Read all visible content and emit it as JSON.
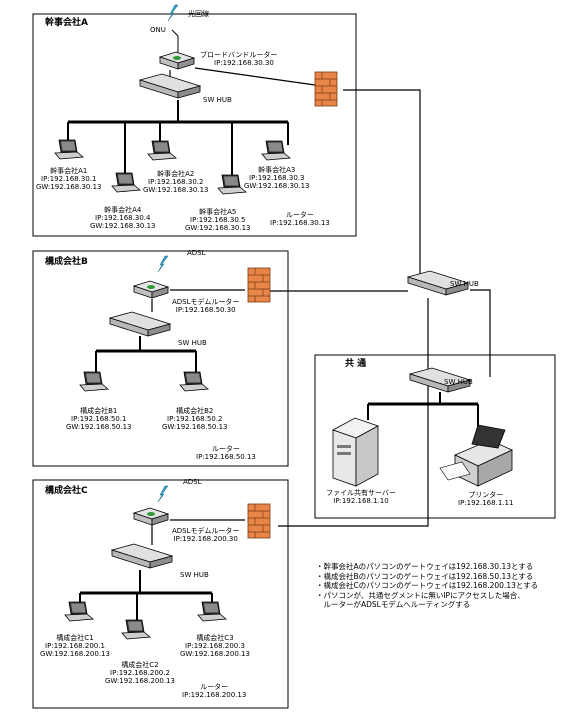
{
  "sections": {
    "a": "幹事会社A",
    "b": "構成会社B",
    "c": "構成会社C",
    "common": "共 通"
  },
  "top": {
    "fiber": "光回線",
    "onu": "ONU"
  },
  "a": {
    "router": {
      "name": "ブロードバンドルーター",
      "ip": "IP:192.168.30.30"
    },
    "hub": "SW HUB",
    "pcs": [
      {
        "name": "幹事会社A1",
        "ip": "IP:192.168.30.1",
        "gw": "GW:192.168.30.13"
      },
      {
        "name": "幹事会社A2",
        "ip": "IP:192.168.30.2",
        "gw": "GW:192.168.30.13"
      },
      {
        "name": "幹事会社A3",
        "ip": "IP:192.168.30.3",
        "gw": "GW:192.168.30.13"
      },
      {
        "name": "幹事会社A4",
        "ip": "IP:192.168.30.4",
        "gw": "GW:192.168.30.13"
      },
      {
        "name": "幹事会社A5",
        "ip": "IP:192.168.30.5",
        "gw": "GW:192.168.30.13"
      }
    ],
    "gw_router": {
      "name": "ルーター",
      "ip": "IP:192.168.30.13"
    }
  },
  "b": {
    "adsl": "ADSL",
    "router": {
      "name": "ADSLモデムルーター",
      "ip": "IP:192.168.50.30"
    },
    "hub": "SW HUB",
    "pcs": [
      {
        "name": "構成会社B1",
        "ip": "IP:192.168.50.1",
        "gw": "GW:192.168.50.13"
      },
      {
        "name": "構成会社B2",
        "ip": "IP:192.168.50.2",
        "gw": "GW:192.168.50.13"
      }
    ],
    "gw_router": {
      "name": "ルーター",
      "ip": "IP:192.168.50.13"
    }
  },
  "c": {
    "adsl": "ADSL",
    "router": {
      "name": "ADSLモデムルーター",
      "ip": "IP:192.168.200.30"
    },
    "hub": "SW HUB",
    "pcs": [
      {
        "name": "構成会社C1",
        "ip": "IP:192.168.200.1",
        "gw": "GW:192.168.200.13"
      },
      {
        "name": "構成会社C2",
        "ip": "IP:192.168.200.2",
        "gw": "GW:192.168.200.13"
      },
      {
        "name": "構成会社C3",
        "ip": "IP:192.168.200.3",
        "gw": "GW:192.168.200.13"
      }
    ],
    "gw_router": {
      "name": "ルーター",
      "ip": "IP:192.168.200.13"
    }
  },
  "mid_hub": "SW HUB",
  "common": {
    "hub": "SW HUB",
    "server": {
      "name": "ファイル共有サーバー",
      "ip": "IP:192.168.1.10"
    },
    "printer": {
      "name": "プリンター",
      "ip": "IP:192.168.1.11"
    }
  },
  "notes": [
    "・幹事会社Aのパソコンのゲートウェイは192.168.30.13とする",
    "・構成会社Bのパソコンのゲートウェイは192.168.50.13とする",
    "・構成会社Cのパソコンのゲートウェイは192.168.200.13とする",
    "・パソコンが、共通セグメントに無いIPにアクセスした場合、",
    "　ルーターがADSLモデムへルーティングする"
  ]
}
